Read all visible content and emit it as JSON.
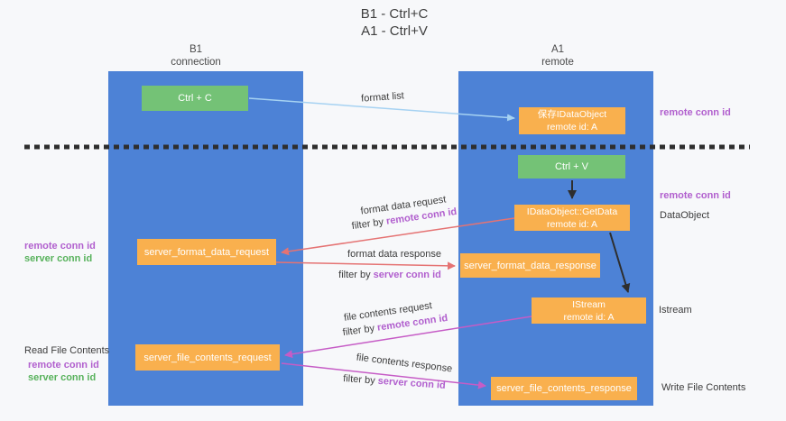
{
  "title": {
    "line1": "B1 - Ctrl+C",
    "line2": "A1 - Ctrl+V"
  },
  "lanes": {
    "left": {
      "name": "B1",
      "sub": "connection"
    },
    "right": {
      "name": "A1",
      "sub": "remote"
    }
  },
  "boxes": {
    "ctrl_c": "Ctrl + C",
    "ctrl_v": "Ctrl + V",
    "save_idataobject": {
      "line1": "保存IDataObject",
      "line2": "remote id: A"
    },
    "getdata": {
      "line1": "IDataObject::GetData",
      "line2": "remote id: A"
    },
    "istream": {
      "line1": "IStream",
      "line2": "remote id: A"
    },
    "server_format_data_request": "server_format_data_request",
    "server_format_data_response": "server_format_data_response",
    "server_file_contents_request": "server_file_contents_request",
    "server_file_contents_response": "server_file_contents_response"
  },
  "flow_labels": {
    "format_list": "format list",
    "format_data_request": "format data request",
    "format_data_response": "format data response",
    "file_contents_request": "file contents request",
    "file_contents_response": "file contents response",
    "filter_by": "filter by",
    "remote_conn_id": "remote conn id",
    "server_conn_id": "server conn id"
  },
  "side_labels": {
    "remote_conn_id_top": "remote conn id",
    "remote_conn_id_mid": "remote conn id",
    "dataobject": "DataObject",
    "istream": "Istream",
    "write_file_contents": "Write File Contents",
    "read_file_contents": "Read File Contents",
    "remote_conn_id_left_top": "remote conn id",
    "server_conn_id_left_top": "server conn id",
    "remote_conn_id_left_bottom": "remote conn id",
    "server_conn_id_left_bottom": "server conn id"
  },
  "colors": {
    "lane_blue": "#4d82d6",
    "box_orange": "#f9b04e",
    "box_green": "#74c276",
    "arrow_light_blue": "#a6d2f2",
    "arrow_salmon": "#e57373",
    "arrow_magenta": "#c65cc6",
    "arrow_black": "#2e2e2e",
    "text_purple": "#b15fce",
    "text_green": "#58b25c"
  }
}
